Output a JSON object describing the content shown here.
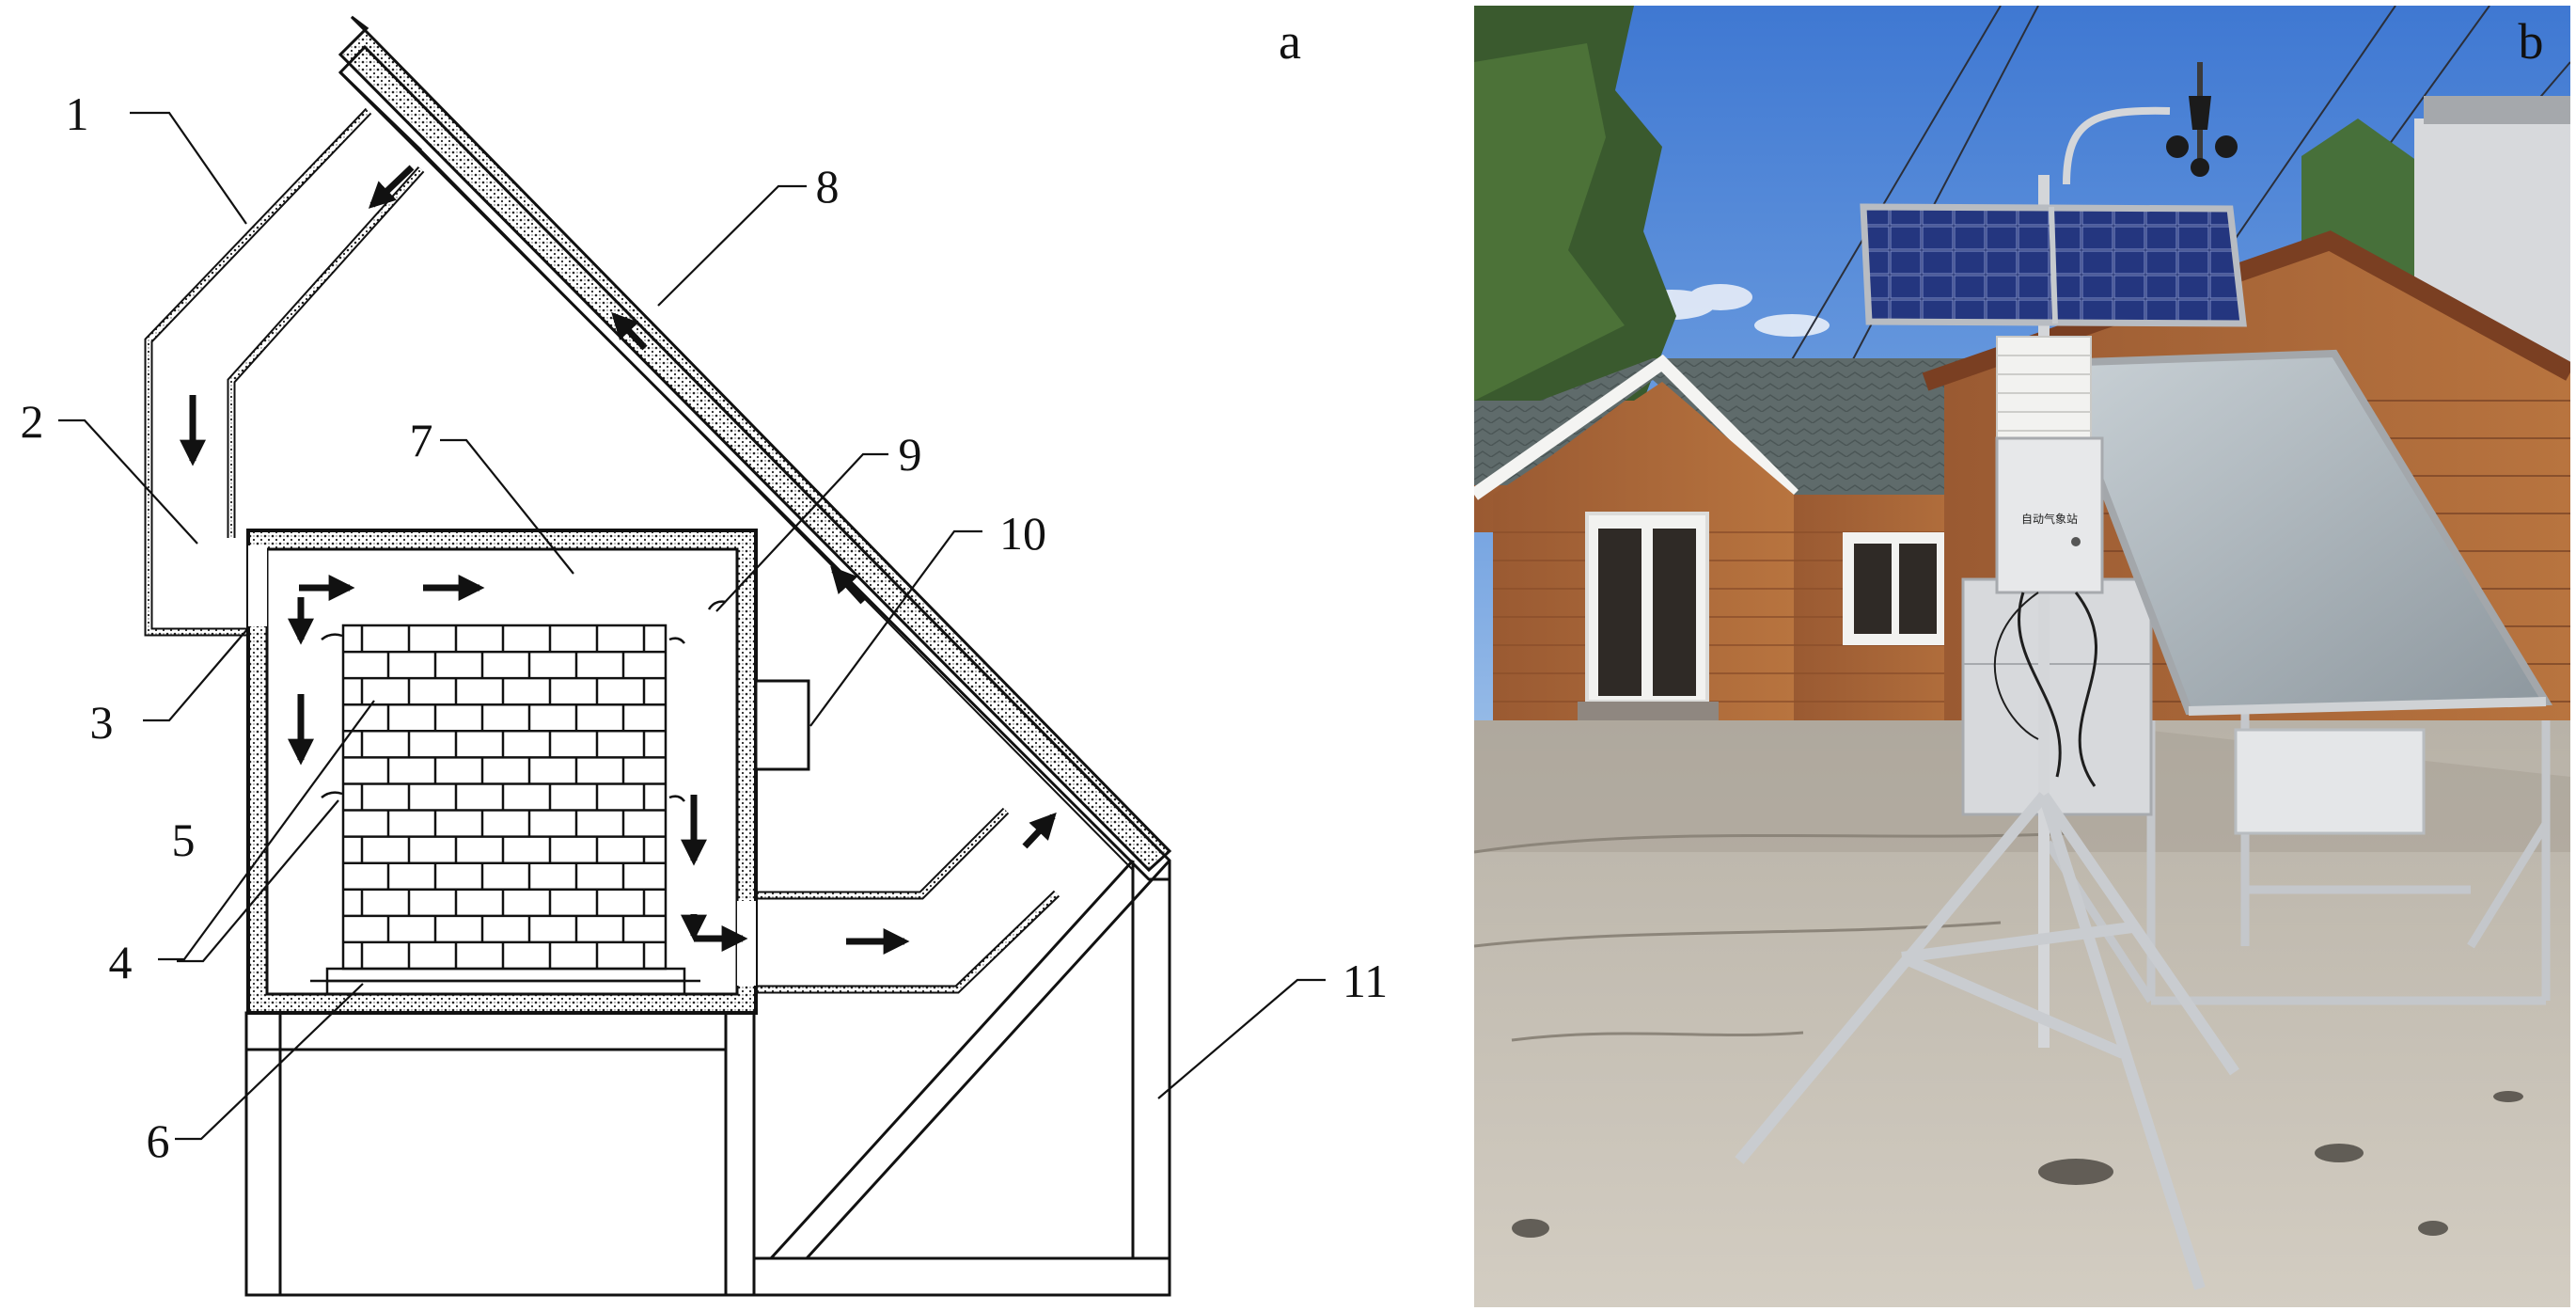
{
  "panels": {
    "a": {
      "letter": "a"
    },
    "b": {
      "letter": "b"
    }
  },
  "callouts": [
    {
      "id": "1",
      "text": "1"
    },
    {
      "id": "2",
      "text": "2"
    },
    {
      "id": "3",
      "text": "3"
    },
    {
      "id": "4",
      "text": "4"
    },
    {
      "id": "5",
      "text": "5"
    },
    {
      "id": "6",
      "text": "6"
    },
    {
      "id": "7",
      "text": "7"
    },
    {
      "id": "8",
      "text": "8"
    },
    {
      "id": "9",
      "text": "9"
    },
    {
      "id": "10",
      "text": "10"
    },
    {
      "id": "11",
      "text": "11"
    }
  ],
  "photo": {
    "station_panel_text": "自动气象站",
    "colors": {
      "sky": "#4f86d9",
      "wood": "#a8663a",
      "ground": "#c9c2b6"
    }
  }
}
